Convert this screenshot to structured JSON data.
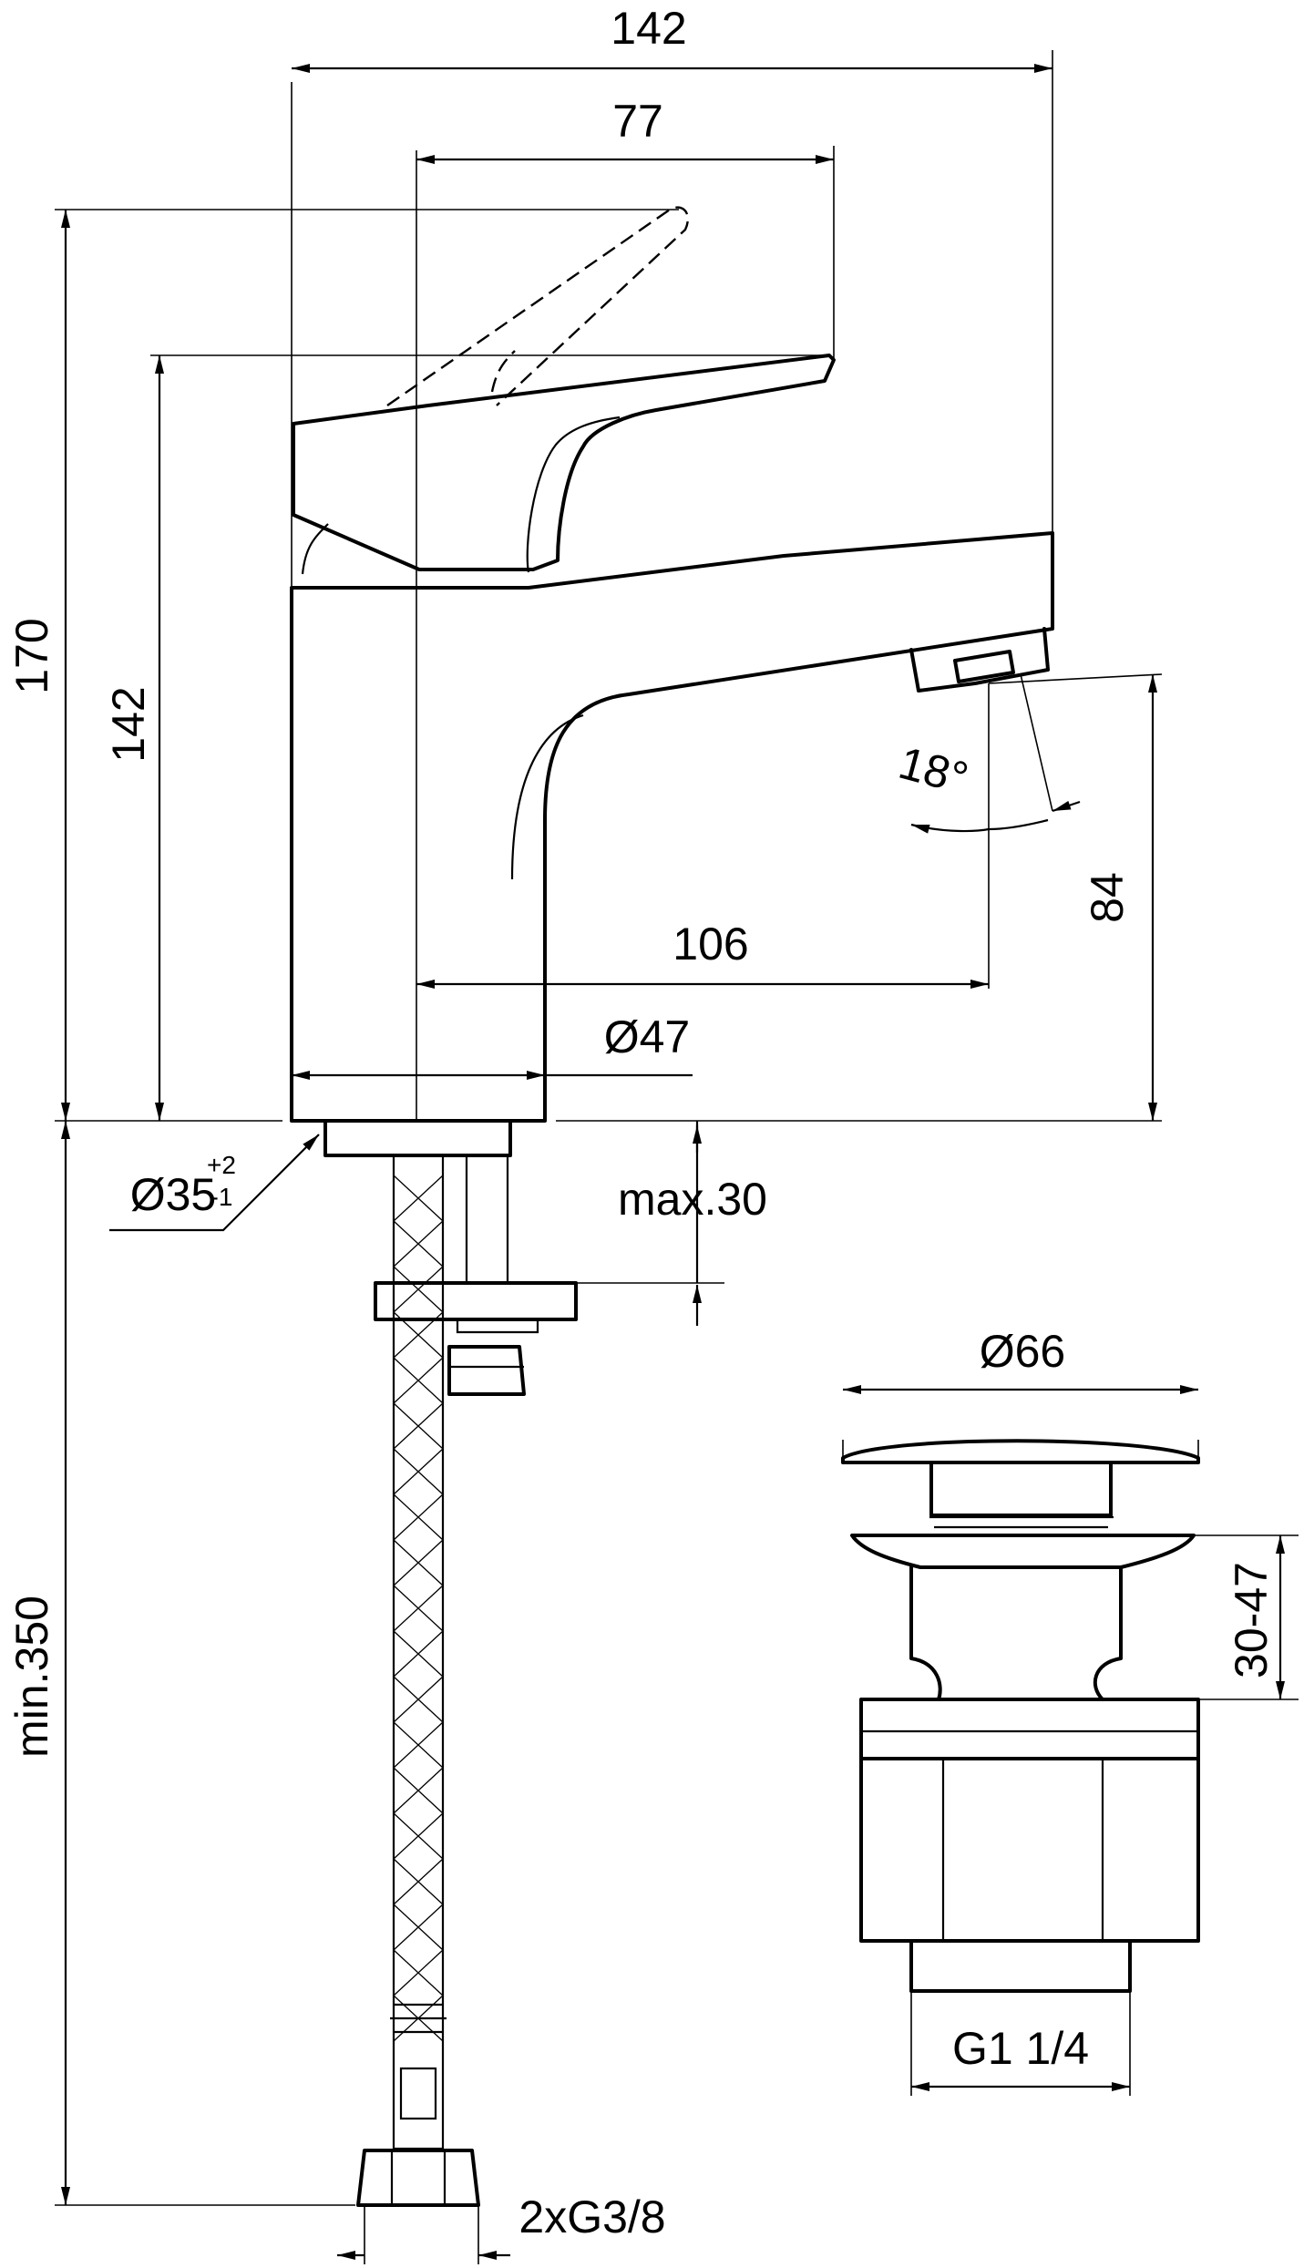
{
  "dimensions": {
    "overall_width": "142",
    "handle_reach": "77",
    "total_height": "170",
    "body_height": "142",
    "spout_reach": "106",
    "spout_height": "84",
    "base_diameter": "Ø47",
    "spout_angle": "18°",
    "hole_diameter": "Ø35",
    "hole_tol_plus": "+2",
    "hole_tol_minus": "-1",
    "max_thickness": "max.30",
    "hose_length": "min.350",
    "hose_connection": "2xG3/8",
    "waste_diameter": "Ø66",
    "waste_range": "30-47",
    "waste_thread": "G1 1/4"
  },
  "colors": {
    "line": "#000000",
    "background": "#ffffff"
  }
}
